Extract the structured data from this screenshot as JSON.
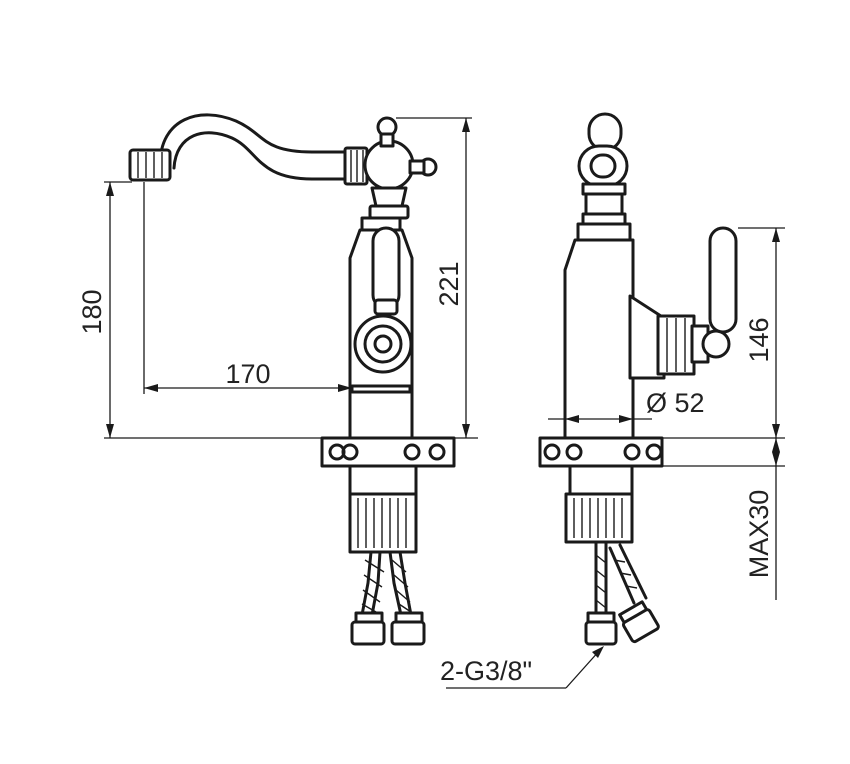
{
  "dimensions": {
    "spout_height": "180",
    "spout_reach": "170",
    "total_height": "221",
    "handle_height": "146",
    "base_diameter": "Ø 52",
    "max_counter_thickness": "MAX30",
    "hose_connection": "2-G3/8\""
  },
  "colors": {
    "line": "#1a1a1a",
    "background": "#ffffff"
  }
}
